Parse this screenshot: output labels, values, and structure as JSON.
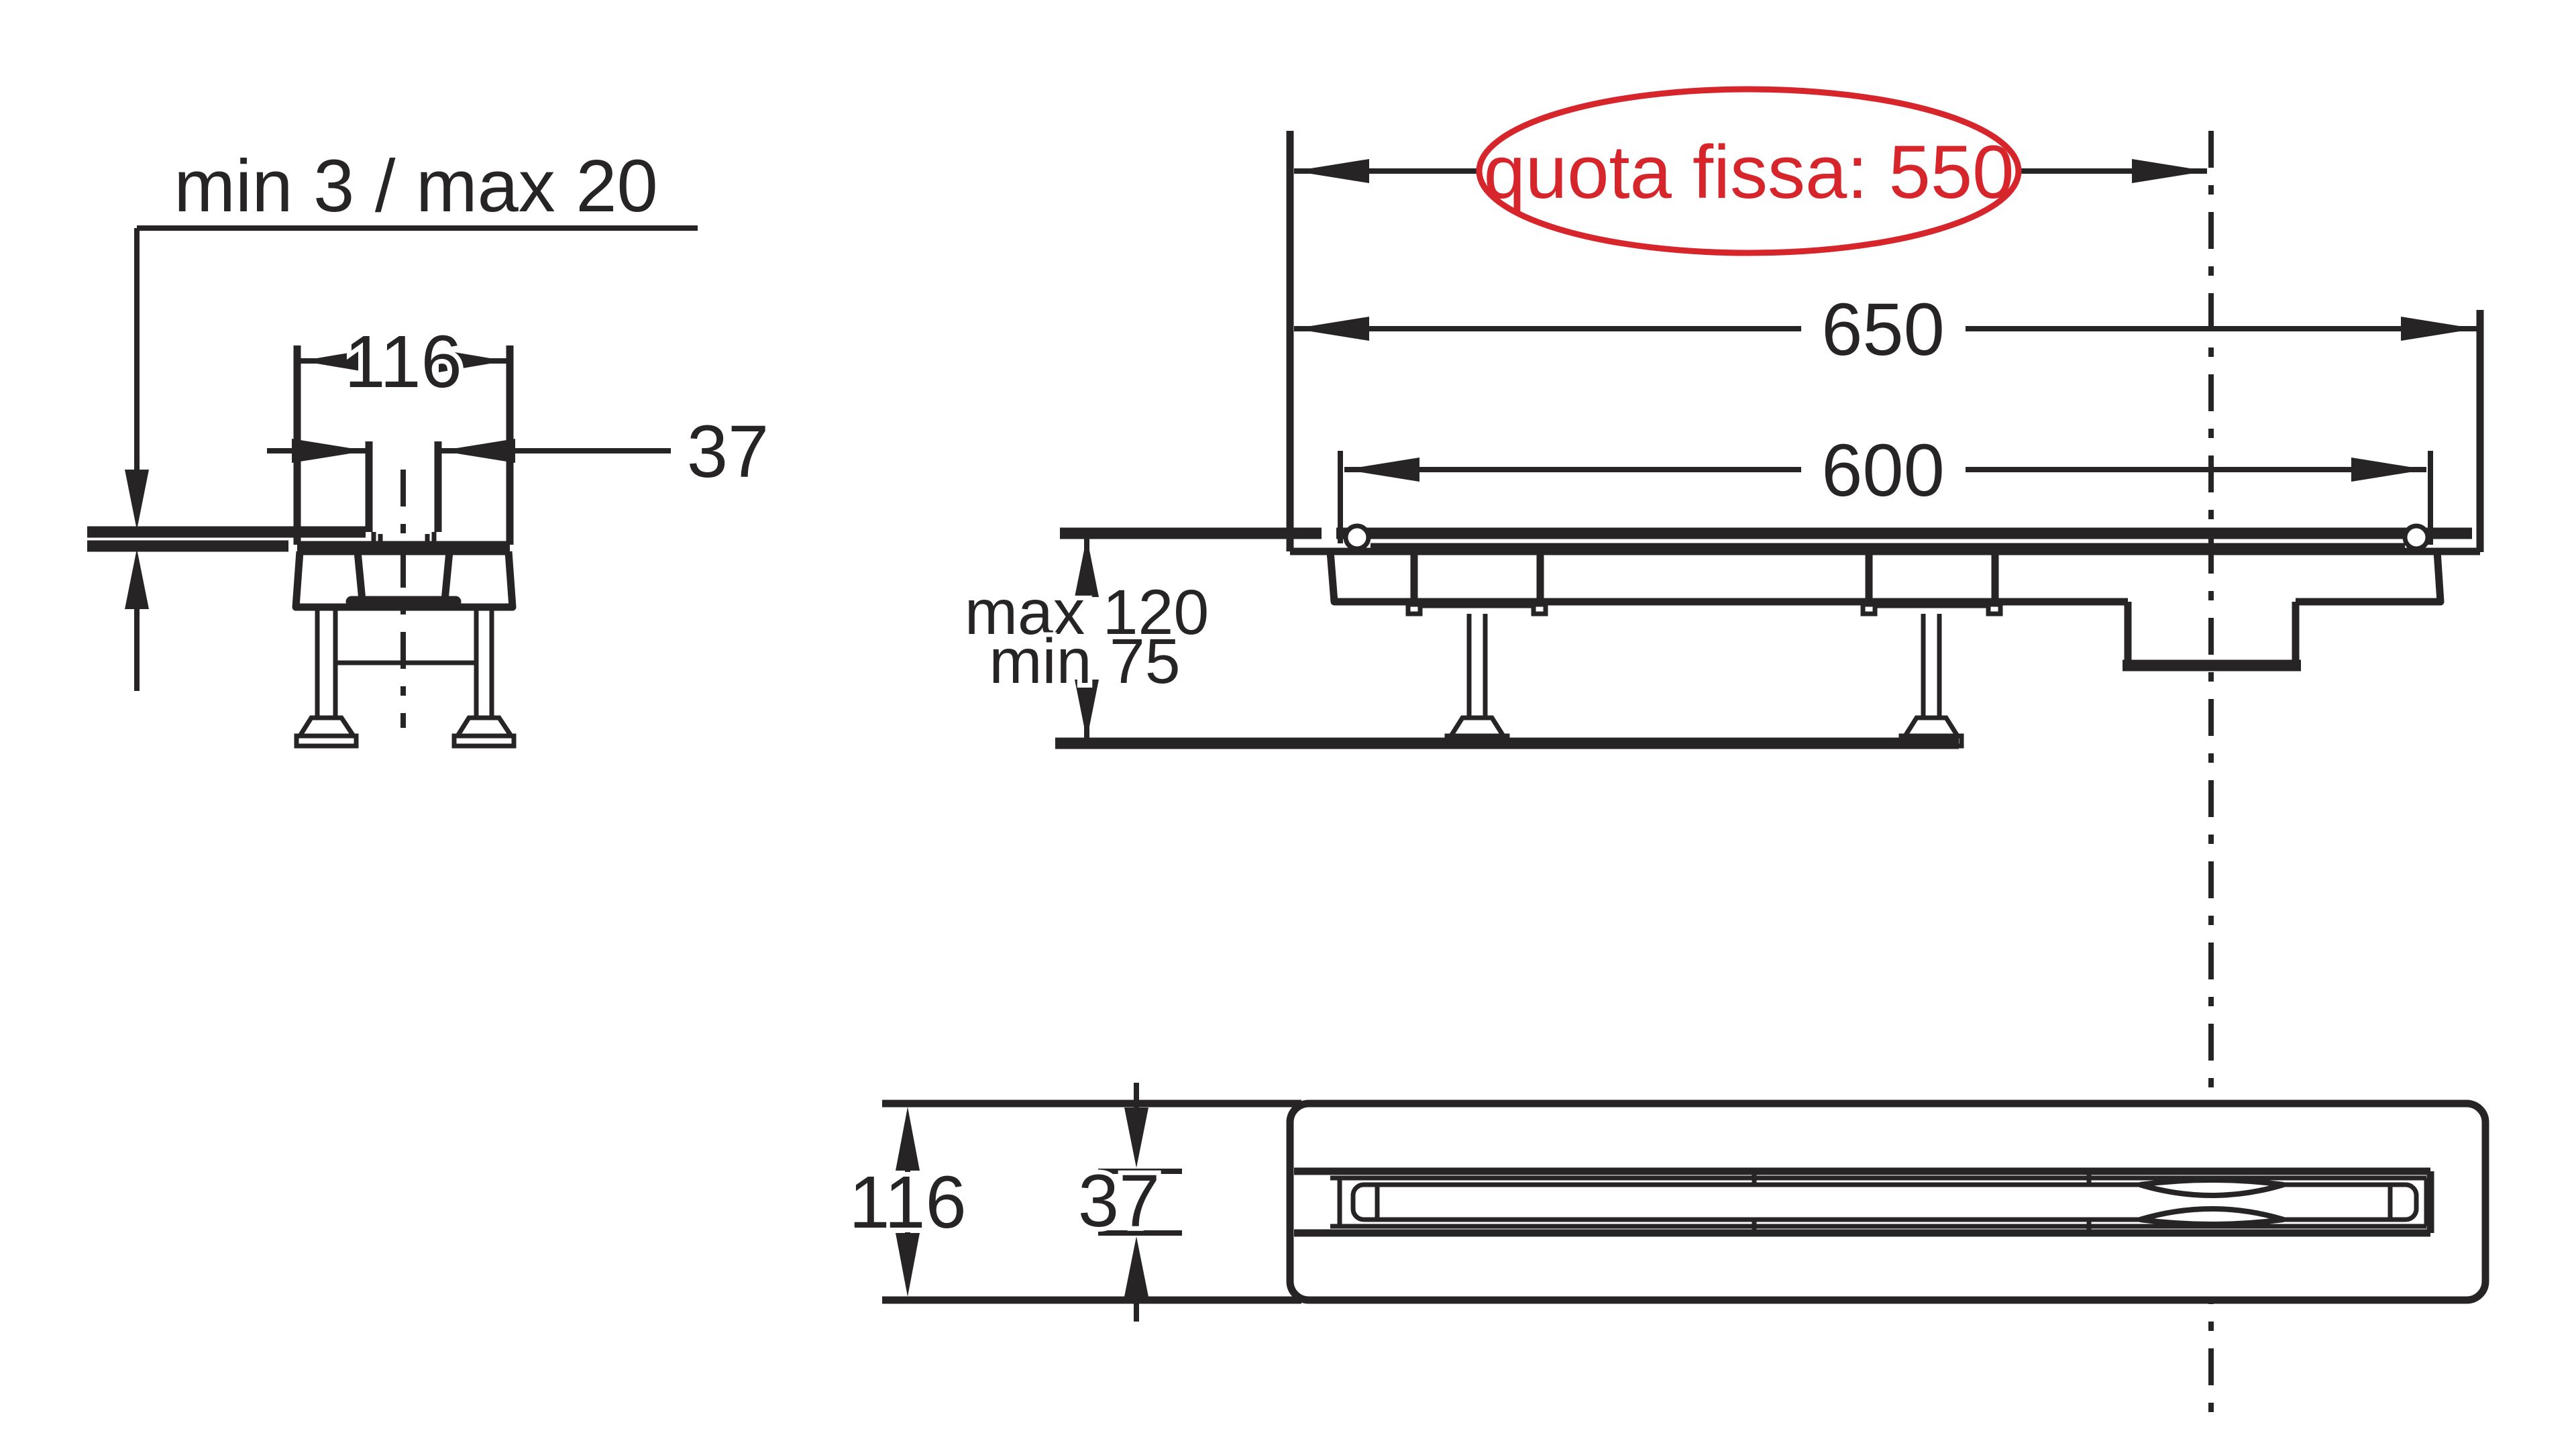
{
  "title": "linear shower drain installation drawing",
  "colors": {
    "ink": "#262424",
    "red": "#d7252c",
    "bg": "#ffffff"
  },
  "views": {
    "cross_section": {
      "dims": {
        "tile_thickness": "min 3 / max 20",
        "overall_width": "116",
        "slot_width": "37"
      }
    },
    "side_elevation": {
      "dims": {
        "fixed_quota": "quota fissa: 550",
        "overall_length": "650",
        "body_length": "600",
        "install_height_max": "max 120",
        "install_height_min": "min 75"
      }
    },
    "plan": {
      "dims": {
        "overall_width": "116",
        "slot_width": "37"
      }
    }
  }
}
